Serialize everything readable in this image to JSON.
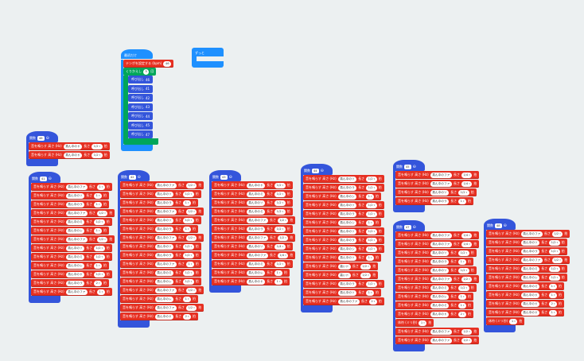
{
  "colors": {
    "functions": "#3455db",
    "music": "#e63022",
    "loops": "#00a65a",
    "basic": "#1e90ff",
    "workspace": "#ecf0f1"
  },
  "labels": {
    "function_keyword": "関数",
    "collapse": "⊖",
    "play_tone": "音を鳴らす 高さ (Hz)",
    "length": "長さ",
    "beat_unit": "拍",
    "rest": "休符 (ミリ秒)",
    "dropdown_arrow": "▾",
    "call": "呼び出し"
  },
  "on_start": {
    "title": "最初だけ",
    "tempo_label": "テンポを設定する (bpm)",
    "tempo_value": "46",
    "repeat_label": "くりかえし",
    "repeat_count": "5",
    "repeat_unit": "回",
    "calls": [
      "46",
      "41",
      "42",
      "43",
      "44",
      "45",
      "47"
    ]
  },
  "forever": {
    "title": "ずっと"
  },
  "functions": [
    {
      "name": "46",
      "rows": [
        {
          "note": "真ん中のド",
          "beat": "1/2"
        },
        {
          "note": "真ん中のド",
          "beat": "1/2"
        }
      ]
    },
    {
      "name": "41",
      "rows": [
        {
          "note": "真ん中のファ",
          "beat": "1"
        },
        {
          "note": "真ん中のソ",
          "beat": "1"
        },
        {
          "note": "真ん中のラ",
          "beat": "1"
        },
        {
          "note": "真ん中のファ",
          "beat": "1/2"
        },
        {
          "note": "真ん中のミ",
          "beat": "1/2"
        },
        {
          "note": "真ん中のレ",
          "beat": "1"
        },
        {
          "note": "真ん中のファ",
          "beat": "1/2"
        },
        {
          "note": "真ん中のソ",
          "beat": "1/2"
        },
        {
          "note": "真ん中のミ",
          "beat": "1/2"
        },
        {
          "note": "真ん中のレ",
          "beat": "1"
        },
        {
          "note": "真ん中のド",
          "beat": "1/2"
        },
        {
          "note": "真ん中のラ",
          "beat": "2"
        },
        {
          "note": "真ん中のファ",
          "beat": "1"
        }
      ]
    },
    {
      "name": "42",
      "rows": [
        {
          "note": "真ん中のファ",
          "beat": "1/2"
        },
        {
          "note": "真ん中のソ",
          "beat": "1/2"
        },
        {
          "note": "真ん中のラ",
          "beat": "1"
        },
        {
          "note": "真ん中のファ",
          "beat": "1/2"
        },
        {
          "note": "真ん中のソ",
          "beat": "1/2"
        },
        {
          "note": "真ん中のラ",
          "beat": "1"
        },
        {
          "note": "真ん中のファ",
          "beat": "1/2"
        },
        {
          "note": "真ん中のソ",
          "beat": "1/2"
        },
        {
          "note": "真ん中のラ",
          "beat": "1/2"
        },
        {
          "note": "真ん中のファ",
          "beat": "1"
        },
        {
          "note": "真ん中のミ",
          "beat": "1/2"
        },
        {
          "note": "真ん中のレ",
          "beat": "1/2"
        },
        {
          "note": "真ん中のファ",
          "beat": "1/2"
        },
        {
          "note": "真ん中のレ",
          "beat": "1"
        },
        {
          "note": "真ん中のファ",
          "beat": "1/2"
        },
        {
          "note": "真ん中のド",
          "beat": "2"
        }
      ]
    },
    {
      "name": "43",
      "rows": [
        {
          "note": "真ん中のド",
          "beat": "1/2"
        },
        {
          "note": "真ん中のミ",
          "beat": "1/2"
        },
        {
          "note": "真ん中のソ",
          "beat": "1/2"
        },
        {
          "note": "真ん中のミ",
          "beat": "1/2"
        },
        {
          "note": "真ん中のファ",
          "beat": "1/2"
        },
        {
          "note": "真ん中のラ",
          "beat": "1/2"
        },
        {
          "note": "真ん中のファ",
          "beat": "1/2"
        },
        {
          "note": "真ん中のソ",
          "beat": "1/4"
        },
        {
          "note": "真ん中のファ",
          "beat": "1/4"
        },
        {
          "note": "真ん中のミ",
          "beat": "1/2"
        },
        {
          "note": "真ん中のレ",
          "beat": "1"
        },
        {
          "note": "真ん中のド",
          "beat": "1"
        }
      ]
    },
    {
      "name": "44",
      "rows": [
        {
          "note": "真ん中のソ",
          "beat": "1/2"
        },
        {
          "note": "真ん中のラ",
          "beat": "1/2"
        },
        {
          "note": "真ん中のシ",
          "beat": "1"
        },
        {
          "note": "真ん中のソ",
          "beat": "1/2"
        },
        {
          "note": "真ん中のラ",
          "beat": "1/2"
        },
        {
          "note": "真ん中のシ",
          "beat": "1"
        },
        {
          "note": "真ん中のソ",
          "beat": "1/2"
        },
        {
          "note": "真ん中のラ",
          "beat": "1/2"
        },
        {
          "note": "真ん中のシ",
          "beat": "1/2"
        },
        {
          "note": "真ん中のソ",
          "beat": "1"
        },
        {
          "note": "高いド",
          "beat": "1/2"
        },
        {
          "note": "高いド",
          "beat": "1/2"
        },
        {
          "note": "真ん中のラ",
          "beat": "1/2"
        },
        {
          "note": "真ん中のソ",
          "beat": "1"
        },
        {
          "note": "真ん中のファ",
          "beat": "2"
        }
      ]
    },
    {
      "name": "45",
      "rows": [
        {
          "note": "真ん中のファ",
          "beat": "1/4"
        },
        {
          "note": "真ん中のファ",
          "beat": "1/4"
        },
        {
          "note": "真ん中のソ",
          "beat": "1/2"
        },
        {
          "note": "真ん中のラ",
          "beat": "1"
        }
      ]
    },
    {
      "name": "47",
      "rows": [
        {
          "note": "真ん中のファ",
          "beat": "1/4"
        },
        {
          "note": "真ん中のファ",
          "beat": "1/4"
        },
        {
          "note": "真ん中のソ",
          "beat": "1/2"
        },
        {
          "note": "真ん中のラ",
          "beat": "1"
        },
        {
          "note": "真ん中のソ",
          "beat": "1/2"
        },
        {
          "note": "真ん中のファ",
          "beat": "1/2"
        },
        {
          "note": "真ん中のミ",
          "beat": "1/2"
        },
        {
          "note": "真ん中のレ",
          "beat": "1"
        },
        {
          "note": "真ん中のミ",
          "beat": "1"
        },
        {
          "note": "真ん中のド",
          "beat": "2"
        },
        {
          "rest": true,
          "beat": "1"
        },
        {
          "note": "真ん中のファ",
          "beat": "1/2"
        },
        {
          "note": "真ん中のファ",
          "beat": "1/2"
        }
      ]
    },
    {
      "name": "48",
      "rows": [
        {
          "note": "真ん中のファ",
          "beat": "1/2"
        },
        {
          "note": "真ん中のソ",
          "beat": "1/2"
        },
        {
          "note": "真ん中のラ",
          "beat": "1/2"
        },
        {
          "note": "真ん中のファ",
          "beat": "1/2"
        },
        {
          "note": "真ん中のミ",
          "beat": "1/2"
        },
        {
          "note": "真ん中のレ",
          "beat": "1/2"
        },
        {
          "note": "真ん中のミ",
          "beat": "1"
        },
        {
          "note": "真ん中のド",
          "beat": "1"
        },
        {
          "note": "真ん中のド",
          "beat": "2"
        },
        {
          "note": "真ん中のド",
          "beat": "1"
        },
        {
          "rest": true,
          "beat": "1"
        }
      ]
    }
  ]
}
